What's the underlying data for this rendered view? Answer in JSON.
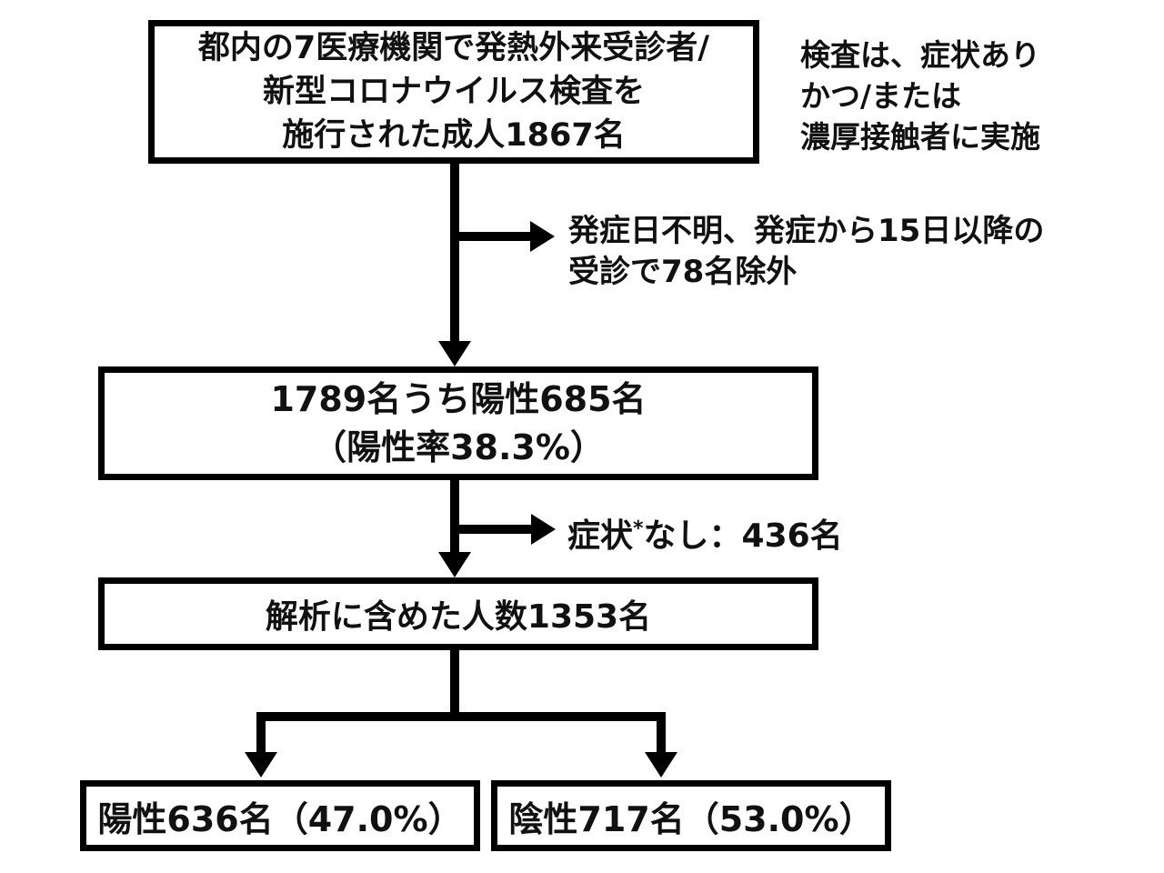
{
  "flowchart": {
    "title_implicit": "COVID-19 fever outpatient study patient flow",
    "source_box": {
      "line1": "都内の7医療機関で発熱外来受診者/",
      "line2": "新型コロナウイルス検査を",
      "line3": "施行された成人1867名"
    },
    "test_note": {
      "line1": "検査は、症状あり",
      "line2": "かつ/または",
      "line3": "濃厚接触者に実施"
    },
    "exclusion1": {
      "line1": "発症日不明、発症から15日以降の",
      "line2": "受診で78名除外"
    },
    "tested_box": {
      "line1": "1789名うち陽性685名",
      "line2": "（陽性率38.3%）"
    },
    "exclusion2": {
      "prefix": "症状",
      "asterisk": "*",
      "rest": "なし：436名"
    },
    "analysis_box": {
      "text": "解析に含めた人数1353名"
    },
    "positive_box": {
      "text": "陽性636名（47.0%）"
    },
    "negative_box": {
      "text": "陰性717名（53.0%）"
    },
    "colors": {
      "line": "#000000",
      "text": "#111111",
      "background": "#ffffff"
    }
  }
}
